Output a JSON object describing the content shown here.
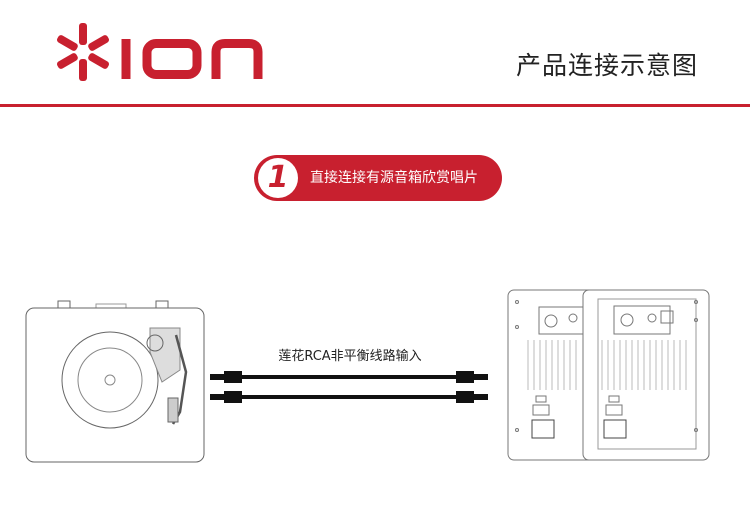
{
  "brand": {
    "logo_text": "ION",
    "accent_color": "#c8202f"
  },
  "header": {
    "title": "产品连接示意图"
  },
  "step": {
    "number": "1",
    "label": "直接连接有源音箱欣赏唱片"
  },
  "diagram": {
    "cable_label": "莲花RCA非平衡线路输入",
    "devices": [
      {
        "name": "turntable",
        "icon": "turntable-icon"
      },
      {
        "name": "rca-cable",
        "icon": "rca-cable-icon"
      },
      {
        "name": "powered-speakers",
        "icon": "speaker-rear-panel-icon"
      }
    ]
  }
}
